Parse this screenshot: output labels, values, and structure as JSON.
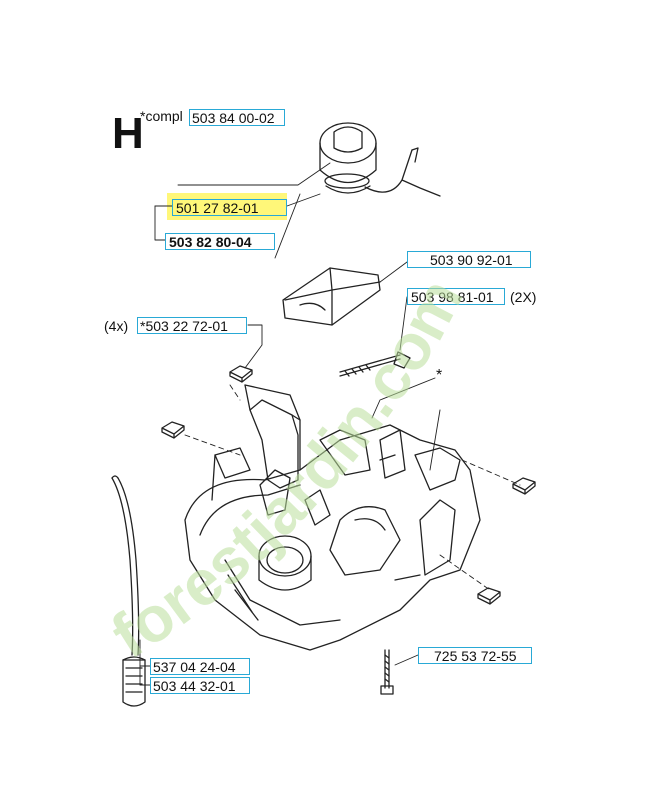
{
  "section_letter": "H",
  "compl_prefix": "*compl",
  "watermark": "forestjardin.com",
  "colors": {
    "highlight": "#fff779",
    "box_border": "#29a9d6",
    "watermark_green": "#b9df9a",
    "watermark_orange": "#f6b36b",
    "watermark_gray": "#c9c2b8"
  },
  "labels": {
    "compl_number": "503 84 00-02",
    "cap": "501 27 82-01",
    "cap_alt": "503 82 80-04",
    "part_90": "503 90 92-01",
    "part_98": "503 98 81-01",
    "part_98_qty": "(2X)",
    "nut_qty": "(4x)",
    "nut": "*503 22 72-01",
    "asterisk": "*",
    "screw": "725 53 72-55",
    "hose": "537 04 24-04",
    "filter": "503 44 32-01"
  }
}
